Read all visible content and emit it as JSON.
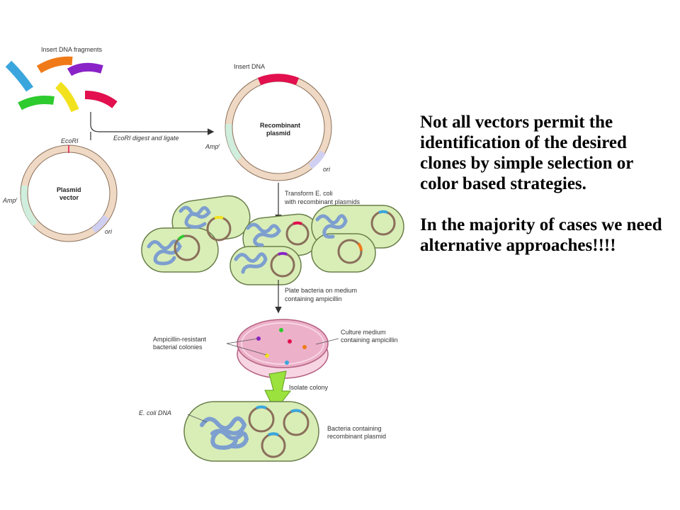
{
  "labels": {
    "insert_fragments": "Insert DNA fragments",
    "ecori_digest": "EcoRI digest and ligate",
    "ecori_site": "EcoRI",
    "plasmid_line1": "Plasmid",
    "plasmid_line2": "vector",
    "ampr": "Amp",
    "ampr_sup": "r",
    "ori": "ori",
    "insert_dna": "Insert DNA",
    "recombinant_line1": "Recombinant",
    "recombinant_line2": "plasmid",
    "transform_line1": "Transform E. coli",
    "transform_line2": "with recombinant plasmids",
    "plate_line1": "Plate bacteria on medium",
    "plate_line2": "containing ampicillin",
    "resistant_line1": "Ampicillin-resistant",
    "resistant_line2": "bacterial colonies",
    "culture_line1": "Culture medium",
    "culture_line2": "containing ampicillin",
    "isolate": "Isolate colony",
    "ecoli_dna": "E. coli DNA",
    "bacteria_line1": "Bacteria containing",
    "bacteria_line2": "recombinant plasmid"
  },
  "text": {
    "paragraph1": "Not all vectors permit the identification of the desired clones by simple selection or color based strategies.",
    "paragraph2": "In the majority of cases we need alternative approaches!!!!"
  },
  "colors": {
    "ring_fill": "#efd9c4",
    "ring_stroke": "#8a6f5a",
    "amp_segment": "#cfeedd",
    "ori_segment": "#cfcff2",
    "insert_red": "#e2104e",
    "cell_fill": "#d9edb7",
    "cell_stroke": "#6a7f4a",
    "dna_coil": "#7d9fcf",
    "plate_fill": "#ecb0c9",
    "arrow_green": "#9be23e"
  }
}
